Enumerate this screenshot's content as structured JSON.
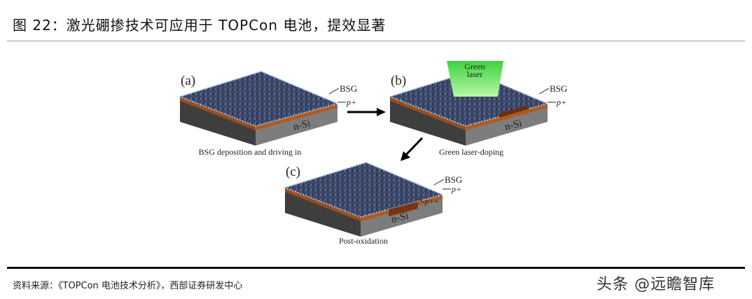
{
  "title": "图 22：激光硼掺技术可应用于 TOPCon 电池，提效显著",
  "figure": {
    "panels": [
      {
        "tag": "(a)",
        "caption": "BSG deposition and driving in",
        "bsg": "BSG",
        "p_layer": "p+",
        "substrate": "n-Si"
      },
      {
        "tag": "(b)",
        "caption": "Green laser-doping",
        "bsg": "BSG",
        "p_layer": "p+",
        "substrate": "n-Si",
        "laser_line1": "Green",
        "laser_line2": "laser"
      },
      {
        "tag": "(c)",
        "caption": "Post-oxidation",
        "bsg": "BSG",
        "p_layer": "p+",
        "substrate": "n-Si",
        "pp_layer": "p++"
      }
    ]
  },
  "source": "资料来源：《TOPCon 电池技术分析》，西部证券研发中心",
  "watermark": "头条 @远瞻智库"
}
